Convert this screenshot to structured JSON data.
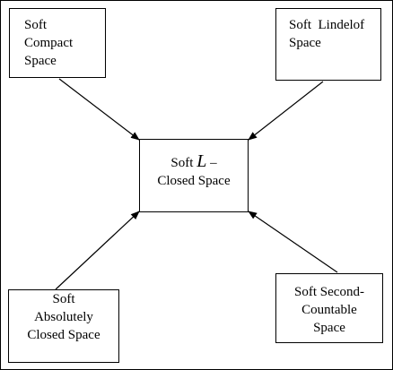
{
  "diagram": {
    "nodes": {
      "compact": {
        "lines": [
          "Soft Compact",
          "Space"
        ]
      },
      "lindelof": {
        "lines": [
          "Soft  Lindelof",
          "Space"
        ]
      },
      "center": {
        "prefix": "Soft ",
        "symbol": "L",
        "suffix": " –",
        "line2": "Closed Space"
      },
      "absolute": {
        "lines": [
          "Soft",
          "Absolutely",
          "Closed Space"
        ]
      },
      "second": {
        "lines": [
          "Soft Second-",
          "Countable",
          "Space"
        ]
      }
    },
    "edges": [
      {
        "from": "Soft Compact Space",
        "to": "Soft L – Closed Space"
      },
      {
        "from": "Soft Lindelof Space",
        "to": "Soft L – Closed Space"
      },
      {
        "from": "Soft Absolutely Closed Space",
        "to": "Soft L – Closed Space"
      },
      {
        "from": "Soft Second-Countable Space",
        "to": "Soft L – Closed Space"
      }
    ]
  }
}
